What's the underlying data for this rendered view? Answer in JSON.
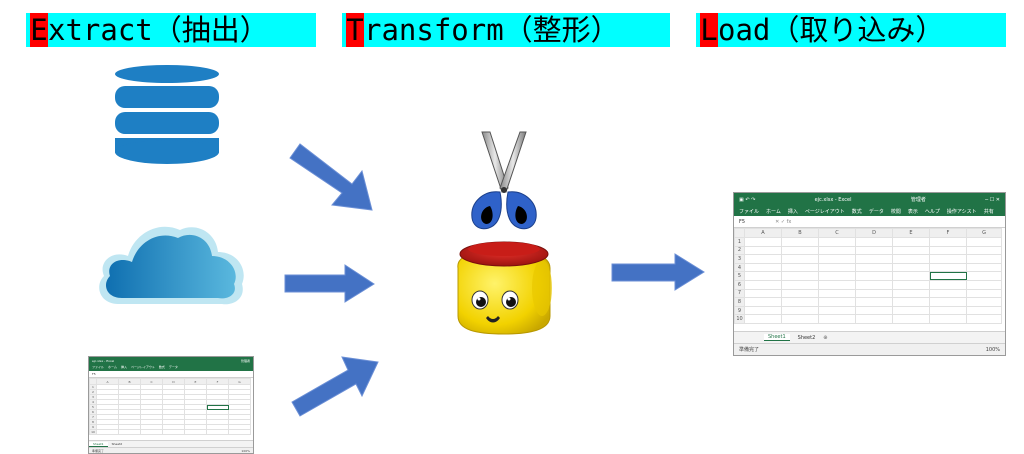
{
  "headers": [
    {
      "initial": "E",
      "rest": "xtract（抽出）"
    },
    {
      "initial": "T",
      "rest": "ransform（整形）"
    },
    {
      "initial": "L",
      "rest": "oad（取り込み）"
    }
  ],
  "colors": {
    "header_bg": "#00ffff",
    "initial_bg": "#ff0000",
    "arrow": "#4472c4",
    "db": "#1e7fc4",
    "excel_green": "#217346"
  },
  "icons": [
    "database-icon",
    "cloud-icon",
    "scissors-icon",
    "yellow-figure-icon",
    "arrow-icon"
  ],
  "excel": {
    "title": "ejc.xlsx - Excel",
    "user": "管理者",
    "ribbon": [
      "ファイル",
      "ホーム",
      "挿入",
      "ページレイアウト",
      "数式",
      "データ",
      "校閲",
      "表示",
      "ヘルプ",
      "操作アシスト",
      "共有"
    ],
    "name_box": "F5",
    "columns": [
      "A",
      "B",
      "C",
      "D",
      "E",
      "F",
      "G"
    ],
    "rows": [
      "1",
      "2",
      "3",
      "4",
      "5",
      "6",
      "7",
      "8",
      "9",
      "10"
    ],
    "sheets": [
      "Sheet1",
      "Sheet2"
    ],
    "status_left": "準備完了",
    "zoom": "100%"
  }
}
